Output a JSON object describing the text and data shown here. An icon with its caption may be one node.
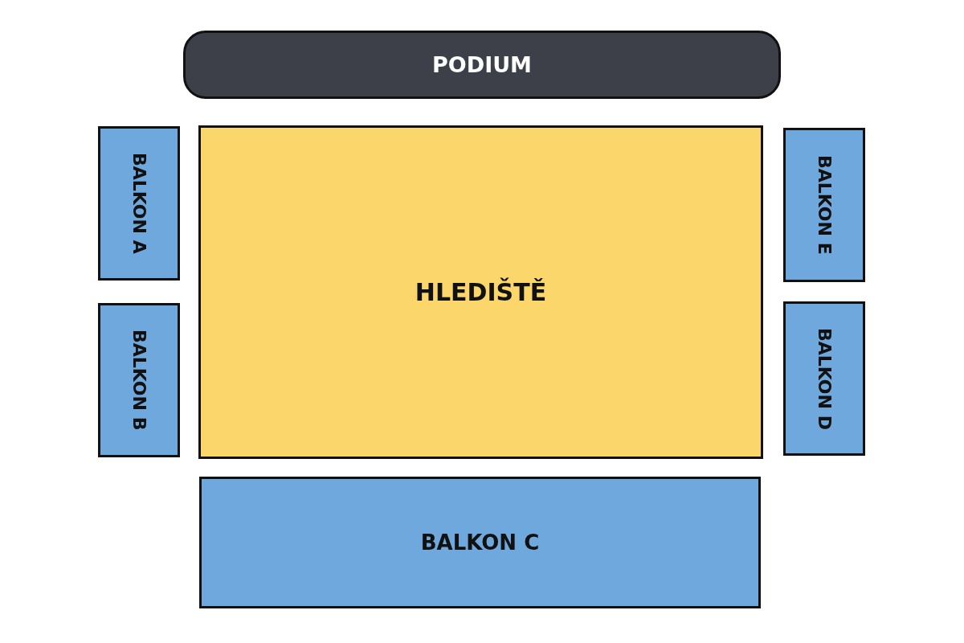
{
  "diagram": {
    "nodes": [
      {
        "text": [
          "PODIUM"
        ]
      },
      {
        "text": [
          "BALKON A"
        ]
      },
      {
        "text": [
          "HLEDIŠTĚ"
        ]
      },
      {
        "text": [
          "BALKON E"
        ]
      },
      {
        "text": [
          "BALKON B"
        ]
      },
      {
        "text": [
          "BALKON D"
        ]
      },
      {
        "text": [
          "BALKON C"
        ]
      }
    ]
  }
}
